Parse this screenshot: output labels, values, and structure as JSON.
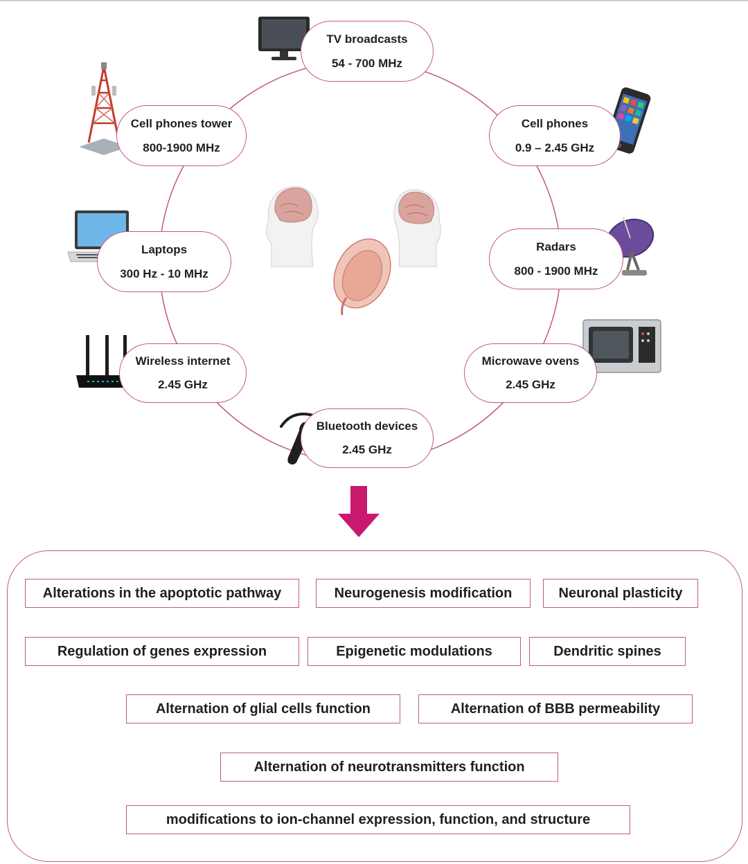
{
  "sources": [
    {
      "name": "TV broadcasts",
      "freq": "54 - 700 MHz",
      "icon": "tv-icon"
    },
    {
      "name": "Cell phones tower",
      "freq": "800-1900 MHz",
      "icon": "cell-tower-icon"
    },
    {
      "name": "Cell phones",
      "freq": "0.9 – 2.45 GHz",
      "icon": "smartphone-icon"
    },
    {
      "name": "Laptops",
      "freq": "300 Hz - 10 MHz",
      "icon": "laptop-icon"
    },
    {
      "name": "Radars",
      "freq": "800 - 1900 MHz",
      "icon": "radar-dish-icon"
    },
    {
      "name": "Wireless internet",
      "freq": "2.45 GHz",
      "icon": "router-icon"
    },
    {
      "name": "Microwave ovens",
      "freq": "2.45 GHz",
      "icon": "microwave-icon"
    },
    {
      "name": "Bluetooth devices",
      "freq": "2.45 GHz",
      "icon": "bluetooth-headset-icon"
    }
  ],
  "effects": [
    "Alterations in the apoptotic pathway",
    "Neurogenesis modification",
    "Neuronal plasticity",
    "Regulation of genes expression",
    "Epigenetic modulations",
    "Dendritic spines",
    "Alternation of glial cells function",
    "Alternation of  BBB permeability",
    "Alternation of neurotransmitters function",
    "modifications to ion-channel expression, function, and structure"
  ],
  "colors": {
    "accent": "#c0578c",
    "arrow": "#c8196e",
    "text": "#1f1f1f"
  }
}
